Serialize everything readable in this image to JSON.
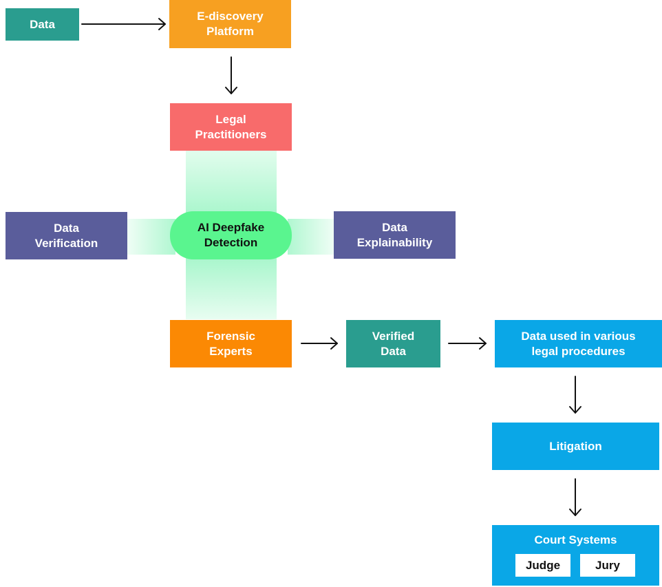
{
  "nodes": {
    "data": "Data",
    "ediscovery": "E-discovery\nPlatform",
    "legal_practitioners": "Legal\nPractitioners",
    "ai_detection": "AI Deepfake\nDetection",
    "data_verification": "Data\nVerification",
    "data_explainability": "Data\nExplainability",
    "forensic_experts": "Forensic\nExperts",
    "verified_data": "Verified\nData",
    "data_used": "Data used in various\nlegal procedures",
    "litigation": "Litigation",
    "court_systems": "Court Systems",
    "judge": "Judge",
    "jury": "Jury"
  },
  "colors": {
    "teal": "#2a9d8f",
    "light_orange": "#f7a021",
    "red": "#f86b6b",
    "slate": "#5a5d9b",
    "orange": "#fb8904",
    "blue": "#0aa7e7",
    "green": "#5af58f"
  }
}
